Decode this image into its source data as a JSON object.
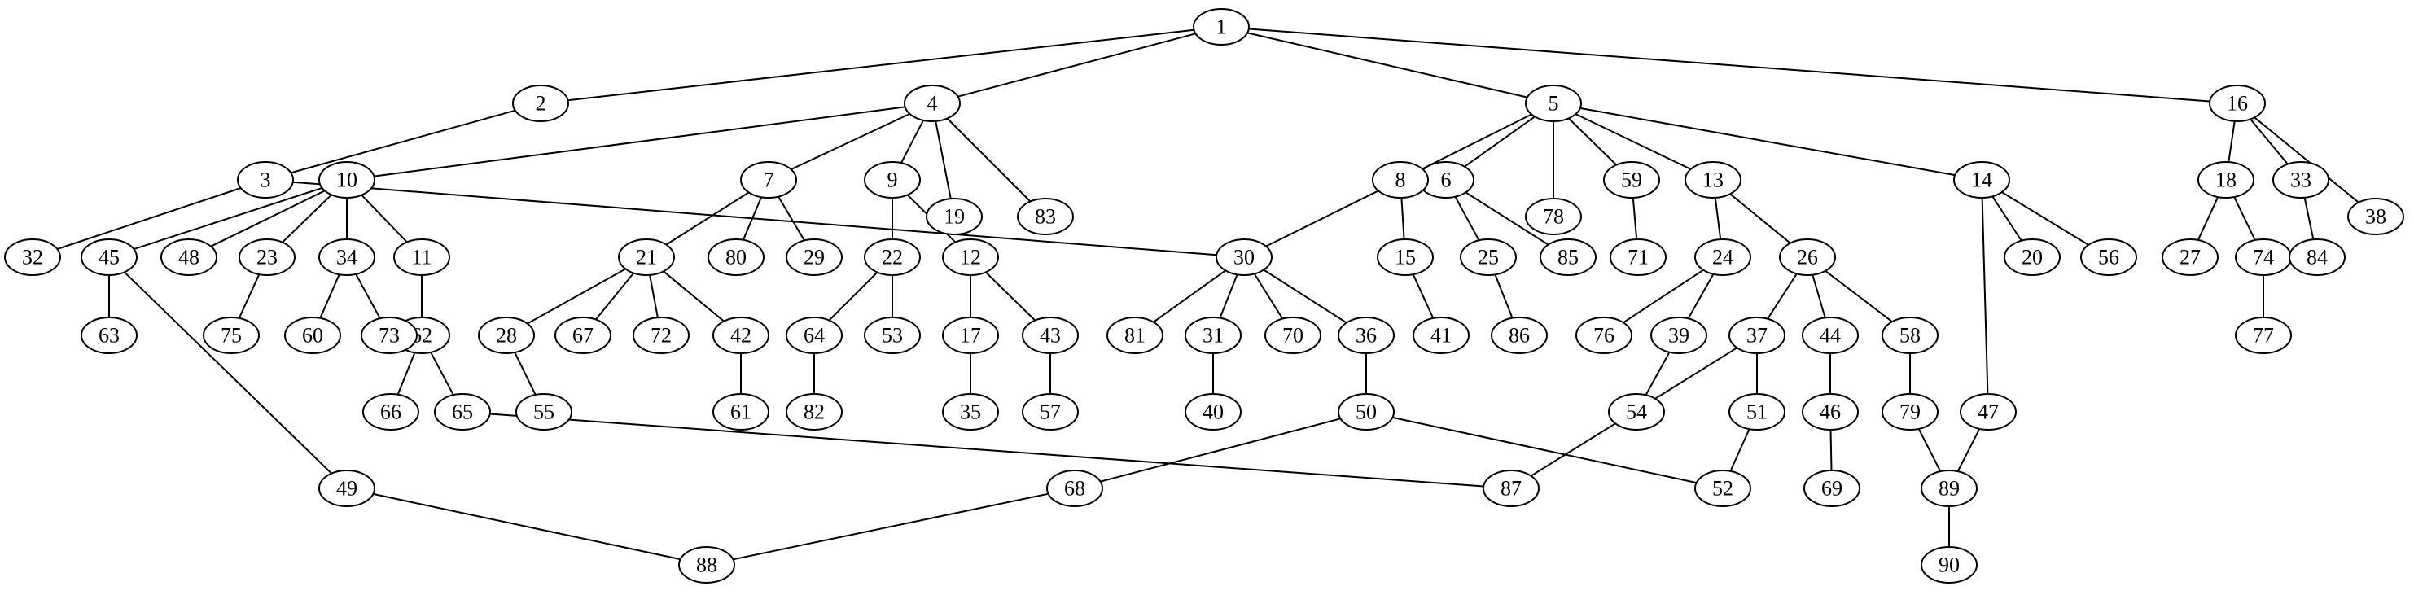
{
  "graph": {
    "nodes": [
      "1",
      "2",
      "3",
      "4",
      "5",
      "6",
      "7",
      "8",
      "9",
      "10",
      "11",
      "12",
      "13",
      "14",
      "15",
      "16",
      "17",
      "18",
      "19",
      "20",
      "21",
      "22",
      "23",
      "24",
      "25",
      "26",
      "27",
      "28",
      "29",
      "30",
      "31",
      "32",
      "33",
      "34",
      "35",
      "36",
      "37",
      "38",
      "39",
      "40",
      "41",
      "42",
      "43",
      "44",
      "45",
      "46",
      "47",
      "48",
      "49",
      "50",
      "51",
      "52",
      "53",
      "54",
      "55",
      "56",
      "57",
      "58",
      "59",
      "60",
      "61",
      "62",
      "63",
      "64",
      "65",
      "66",
      "67",
      "68",
      "69",
      "70",
      "71",
      "72",
      "73",
      "74",
      "75",
      "76",
      "77",
      "78",
      "79",
      "80",
      "81",
      "82",
      "83",
      "84",
      "85",
      "86",
      "87",
      "88",
      "89",
      "90"
    ],
    "edges": [
      [
        "1",
        "2"
      ],
      [
        "1",
        "4"
      ],
      [
        "1",
        "5"
      ],
      [
        "1",
        "16"
      ],
      [
        "2",
        "3"
      ],
      [
        "3",
        "32"
      ],
      [
        "3",
        "30"
      ],
      [
        "4",
        "10"
      ],
      [
        "4",
        "7"
      ],
      [
        "4",
        "9"
      ],
      [
        "4",
        "19"
      ],
      [
        "4",
        "83"
      ],
      [
        "5",
        "8"
      ],
      [
        "5",
        "6"
      ],
      [
        "5",
        "78"
      ],
      [
        "5",
        "59"
      ],
      [
        "5",
        "13"
      ],
      [
        "5",
        "14"
      ],
      [
        "16",
        "18"
      ],
      [
        "16",
        "33"
      ],
      [
        "16",
        "38"
      ],
      [
        "10",
        "45"
      ],
      [
        "10",
        "48"
      ],
      [
        "10",
        "23"
      ],
      [
        "10",
        "34"
      ],
      [
        "10",
        "11"
      ],
      [
        "7",
        "21"
      ],
      [
        "7",
        "80"
      ],
      [
        "7",
        "29"
      ],
      [
        "9",
        "22"
      ],
      [
        "9",
        "12"
      ],
      [
        "8",
        "30"
      ],
      [
        "8",
        "15"
      ],
      [
        "6",
        "25"
      ],
      [
        "6",
        "85"
      ],
      [
        "59",
        "71"
      ],
      [
        "13",
        "24"
      ],
      [
        "13",
        "26"
      ],
      [
        "14",
        "20"
      ],
      [
        "14",
        "56"
      ],
      [
        "14",
        "47"
      ],
      [
        "18",
        "27"
      ],
      [
        "18",
        "74"
      ],
      [
        "33",
        "84"
      ],
      [
        "45",
        "63"
      ],
      [
        "45",
        "49"
      ],
      [
        "23",
        "75"
      ],
      [
        "34",
        "60"
      ],
      [
        "34",
        "73"
      ],
      [
        "11",
        "62"
      ],
      [
        "21",
        "28"
      ],
      [
        "21",
        "67"
      ],
      [
        "21",
        "72"
      ],
      [
        "21",
        "42"
      ],
      [
        "22",
        "64"
      ],
      [
        "22",
        "53"
      ],
      [
        "12",
        "17"
      ],
      [
        "12",
        "43"
      ],
      [
        "30",
        "81"
      ],
      [
        "30",
        "31"
      ],
      [
        "30",
        "70"
      ],
      [
        "30",
        "36"
      ],
      [
        "15",
        "41"
      ],
      [
        "25",
        "86"
      ],
      [
        "24",
        "76"
      ],
      [
        "24",
        "39"
      ],
      [
        "26",
        "37"
      ],
      [
        "26",
        "44"
      ],
      [
        "26",
        "58"
      ],
      [
        "74",
        "77"
      ],
      [
        "62",
        "66"
      ],
      [
        "62",
        "65"
      ],
      [
        "28",
        "55"
      ],
      [
        "42",
        "61"
      ],
      [
        "64",
        "82"
      ],
      [
        "17",
        "35"
      ],
      [
        "43",
        "57"
      ],
      [
        "31",
        "40"
      ],
      [
        "36",
        "50"
      ],
      [
        "39",
        "54"
      ],
      [
        "37",
        "51"
      ],
      [
        "37",
        "87"
      ],
      [
        "44",
        "46"
      ],
      [
        "58",
        "79"
      ],
      [
        "65",
        "87"
      ],
      [
        "50",
        "68"
      ],
      [
        "50",
        "52"
      ],
      [
        "51",
        "52"
      ],
      [
        "46",
        "69"
      ],
      [
        "79",
        "89"
      ],
      [
        "47",
        "89"
      ],
      [
        "49",
        "88"
      ],
      [
        "68",
        "88"
      ],
      [
        "89",
        "90"
      ]
    ]
  }
}
